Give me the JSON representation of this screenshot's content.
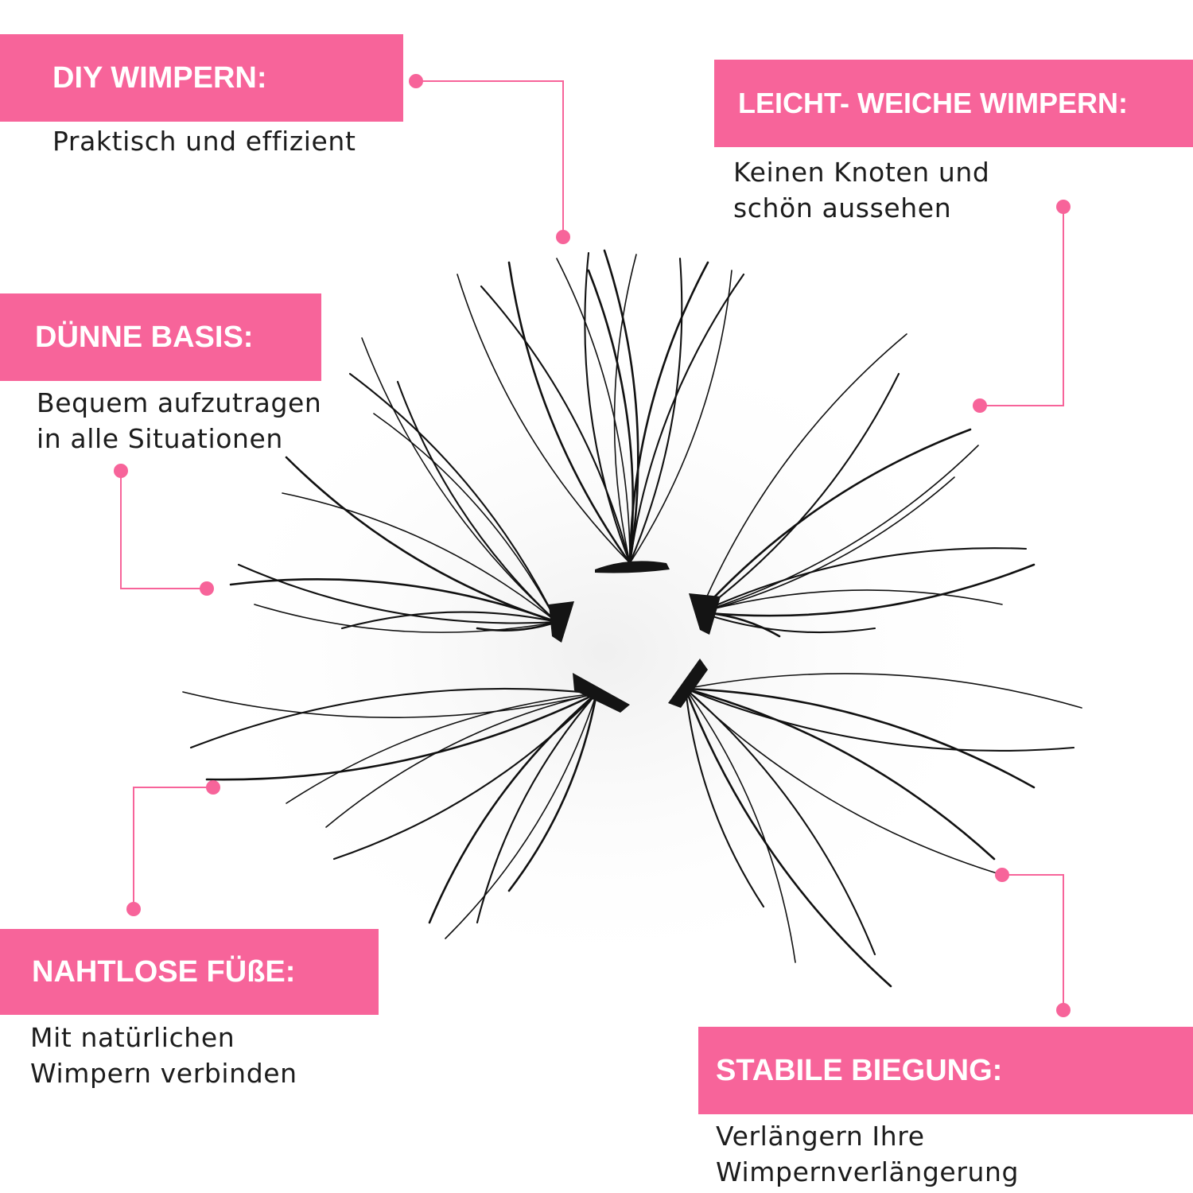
{
  "colors": {
    "accent": "#f7649a",
    "label_text": "#ffffff",
    "body_text": "#1c1c1c",
    "lash": "#111111"
  },
  "features": [
    {
      "title": "DIY WIMPERN:",
      "lines": [
        "Praktisch und effizient"
      ]
    },
    {
      "title": "LEICHT- WEICHE WIMPERN:",
      "lines": [
        "Keinen Knoten und",
        "schön aussehen"
      ]
    },
    {
      "title": "DÜNNE BASIS:",
      "lines": [
        "Bequem aufzutragen",
        "in alle Situationen"
      ]
    },
    {
      "title": "NAHTLOSE FÜßE:",
      "lines": [
        "Mit natürlichen",
        "Wimpern verbinden"
      ]
    },
    {
      "title": "STABILE BIEGUNG:",
      "lines": [
        "Verlängern Ihre",
        "Wimpernverlängerung"
      ]
    }
  ],
  "image": {
    "subject": "lash-clusters-icon"
  }
}
